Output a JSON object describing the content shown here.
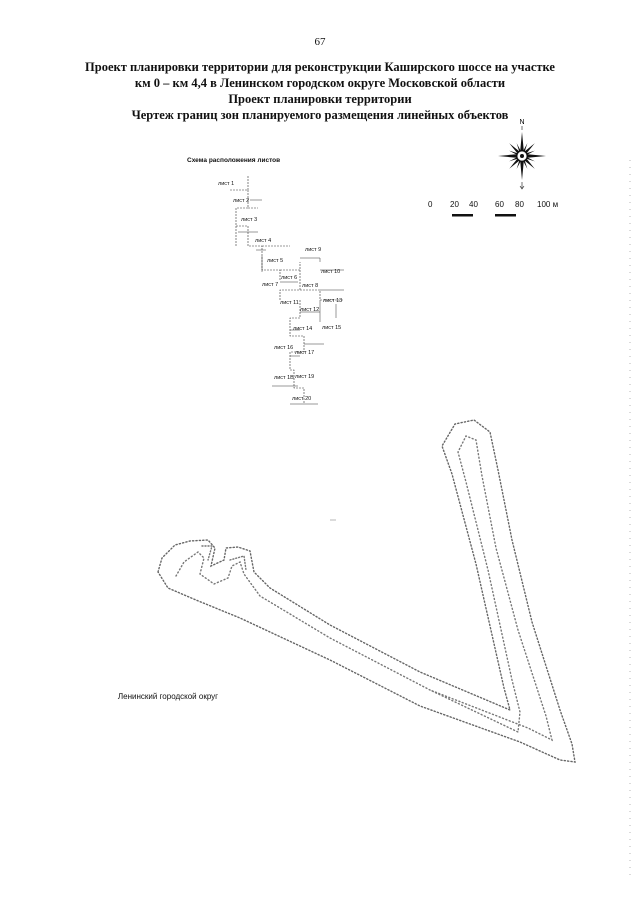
{
  "page": {
    "number": "67"
  },
  "title": {
    "line1": "Проект планировки территории для реконструкции Каширского шоссе на участке",
    "line2": "км 0 – км 4,4 в Ленинском городском округе Московской области",
    "line3": "Проект планировки территории",
    "line4": "Чертеж границ зон планируемого размещения линейных объектов"
  },
  "index_map": {
    "title": "Схема расположения листов",
    "sheets": [
      {
        "name": "sheet-1",
        "lbl": "лист 1"
      },
      {
        "name": "sheet-2",
        "lbl": "лист 2"
      },
      {
        "name": "sheet-3",
        "lbl": "лист 3"
      },
      {
        "name": "sheet-4",
        "lbl": "лист 4"
      },
      {
        "name": "sheet-5",
        "lbl": "лист 5"
      },
      {
        "name": "sheet-6",
        "lbl": "лист 6"
      },
      {
        "name": "sheet-7",
        "lbl": "лист 7"
      },
      {
        "name": "sheet-8",
        "lbl": "лист 8"
      },
      {
        "name": "sheet-9",
        "lbl": "лист 9"
      },
      {
        "name": "sheet-10",
        "lbl": "лист 10"
      },
      {
        "name": "sheet-11",
        "lbl": "лист 11"
      },
      {
        "name": "sheet-12",
        "lbl": "лист 12"
      },
      {
        "name": "sheet-13",
        "lbl": "лист 13"
      },
      {
        "name": "sheet-14",
        "lbl": "лист 14"
      },
      {
        "name": "sheet-15",
        "lbl": "лист 15"
      },
      {
        "name": "sheet-16",
        "lbl": "лист 16"
      },
      {
        "name": "sheet-17",
        "lbl": "лист 17"
      },
      {
        "name": "sheet-18",
        "lbl": "лист 1В"
      },
      {
        "name": "sheet-19",
        "lbl": "лист 19"
      },
      {
        "name": "sheet-20",
        "lbl": "лист 20"
      }
    ]
  },
  "compass": {
    "north_label": "N"
  },
  "scale_bar": {
    "ticks": [
      "0",
      "20",
      "40",
      "60",
      "80",
      "100 м"
    ]
  },
  "map": {
    "district_label": "Ленинский городской округ"
  },
  "colors": {
    "ink": "#111111",
    "boundary": "#555555"
  }
}
